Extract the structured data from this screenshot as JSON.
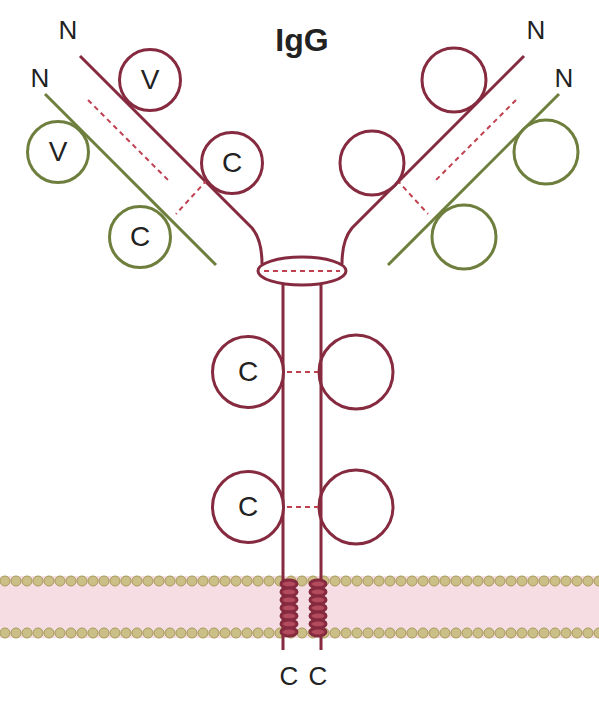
{
  "diagram": {
    "nodes": [
      {
        "text": [
          "V"
        ]
      },
      {
        "text": [
          "V"
        ]
      },
      {
        "text": [
          "C"
        ]
      },
      {
        "text": [
          "C"
        ]
      },
      {
        "text": [
          "C"
        ]
      },
      {
        "text": [
          "C"
        ]
      }
    ],
    "labels": [
      "IgG",
      "N",
      "N",
      "N",
      "N",
      "C",
      "C"
    ]
  }
}
